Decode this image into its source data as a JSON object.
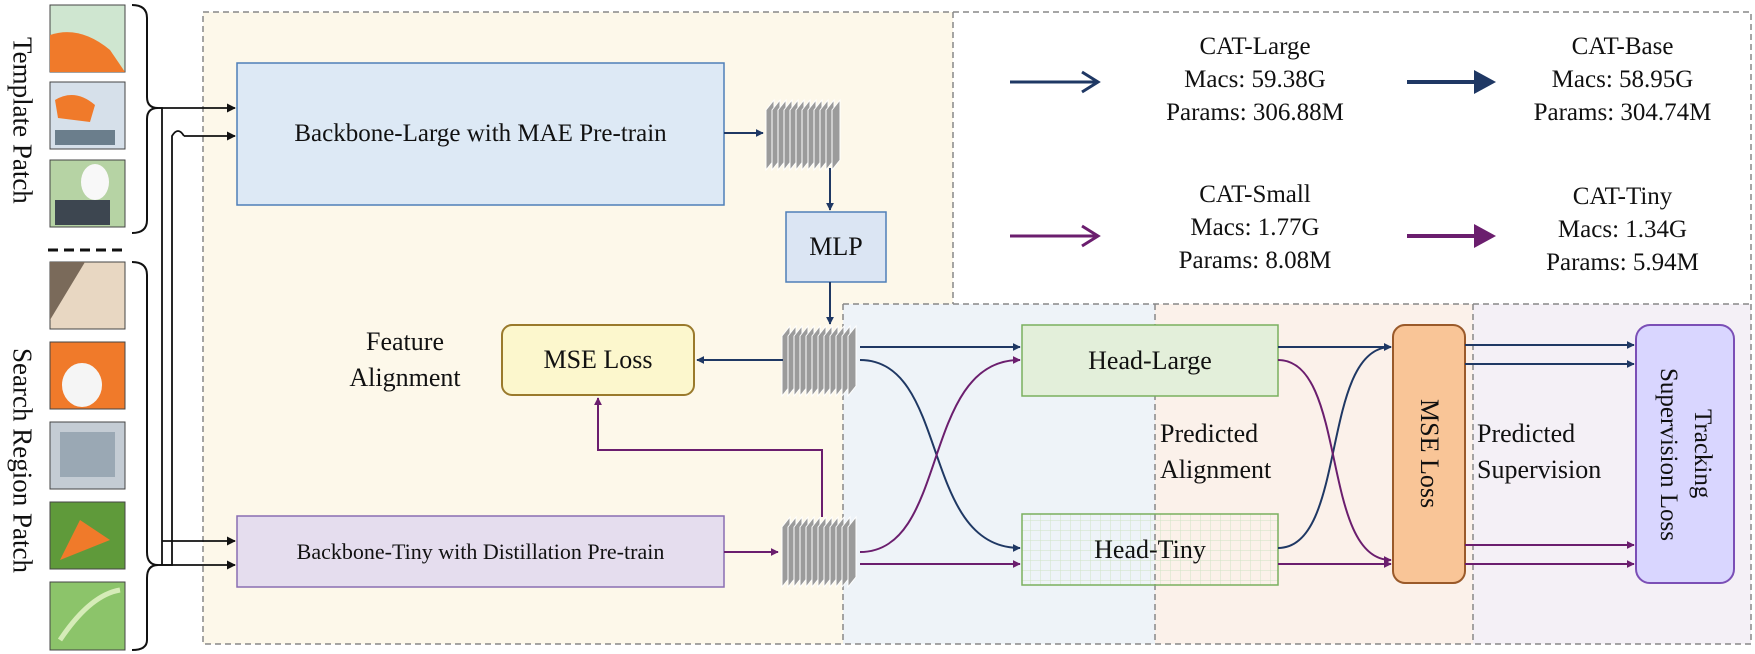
{
  "colors": {
    "navy": "#1f3864",
    "purple": "#6b1e6e",
    "region_main_bg": "#fdf8ea",
    "region_head_bg": "#eef3f8",
    "region_align_bg": "#fbf1ea",
    "region_sup_bg": "#f4f0f6",
    "backbone_large_fill": "#dde9f5",
    "backbone_tiny_fill": "#e5ddee",
    "mlp_fill": "#dbe5f3",
    "mse_small_fill": "#fcf7cd",
    "mse_small_border": "#9a7a2c",
    "head_large_fill": "#e3efda",
    "head_large_border": "#7ab05e",
    "head_tiny_border": "#7ab05e",
    "mse_big_fill": "#f9c597",
    "mse_big_border": "#9a5a2a",
    "tracking_fill": "#d9d6ff",
    "tracking_border": "#7b4fb6",
    "feature_gray": "#9b9b9b"
  },
  "inputs": {
    "template_label": "Template  Patch",
    "search_label": "Search Region Patch",
    "template_thumbs": [
      "template-thumb-1",
      "template-thumb-2",
      "template-thumb-3"
    ],
    "search_thumbs": [
      "search-thumb-1",
      "search-thumb-2",
      "search-thumb-3",
      "search-thumb-4",
      "search-thumb-5"
    ]
  },
  "blocks": {
    "backbone_large": "Backbone-Large with MAE Pre-train",
    "backbone_tiny": "Backbone-Tiny with Distillation Pre-train",
    "mlp": "MLP",
    "mse_loss_feature": "MSE Loss",
    "feature_alignment": "Feature\nAlignment",
    "head_large": "Head-Large",
    "head_tiny": "Head-Tiny",
    "predicted_alignment": "Predicted\nAlignment",
    "mse_loss_pred": "MSE Loss",
    "predicted_supervision": "Predicted\nSupervision",
    "tracking_loss": "Tracking\nSupervision Loss"
  },
  "legend": {
    "cat_large": {
      "name": "CAT-Large",
      "macs": "Macs: 59.38G",
      "params": "Params: 306.88M"
    },
    "cat_base": {
      "name": "CAT-Base",
      "macs": "Macs: 58.95G",
      "params": "Params: 304.74M"
    },
    "cat_small": {
      "name": "CAT-Small",
      "macs": "Macs: 1.77G",
      "params": "Params: 8.08M"
    },
    "cat_tiny": {
      "name": "CAT-Tiny",
      "macs": "Macs: 1.34G",
      "params": "Params: 5.94M"
    }
  }
}
